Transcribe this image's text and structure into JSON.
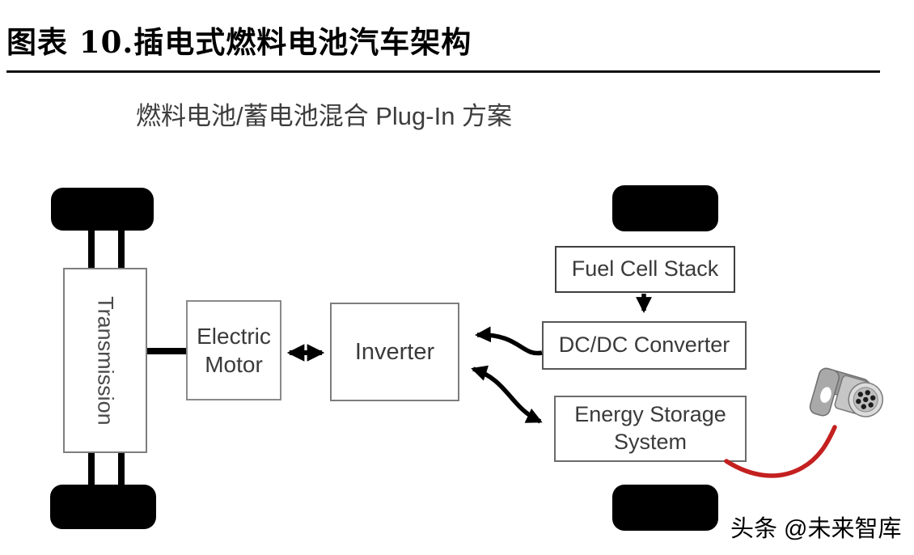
{
  "page": {
    "title": "图表 10.插电式燃料电池汽车架构",
    "subtitle": "燃料电池/蓄电池混合 Plug-In 方案"
  },
  "diagram": {
    "nodes": {
      "transmission": {
        "label": "Transmission"
      },
      "electric_motor": {
        "label": "Electric Motor"
      },
      "inverter": {
        "label": "Inverter"
      },
      "fuel_cell_stack": {
        "label": "Fuel Cell Stack"
      },
      "dcdc_converter": {
        "label": "DC/DC Converter"
      },
      "energy_storage": {
        "label": "Energy Storage System"
      }
    },
    "edges": [
      {
        "from": "transmission",
        "to": "electric_motor",
        "type": "shaft-line"
      },
      {
        "from": "electric_motor",
        "to": "inverter",
        "type": "bidirectional-arrow"
      },
      {
        "from": "fuel_cell_stack",
        "to": "dcdc_converter",
        "type": "arrow-down"
      },
      {
        "from": "dcdc_converter",
        "to": "inverter",
        "type": "curved-arrow"
      },
      {
        "from": "inverter",
        "to": "energy_storage",
        "type": "curved-bidirectional-arrow"
      },
      {
        "from": "energy_storage",
        "to": "charging_plug",
        "type": "red-cable"
      }
    ],
    "icons": {
      "charging_plug": "ev-charging-plug-icon",
      "wheels": [
        "front-left",
        "rear-left",
        "front-right",
        "rear-right"
      ]
    }
  },
  "watermark": {
    "text": "头条 @未来智库"
  },
  "colors": {
    "wheel": "#000000",
    "cable_red": "#c42020",
    "box_border": "#616161",
    "box_text": "#3a3a3a",
    "title": "#000000",
    "subtitle": "#3d3d3d",
    "background": "#ffffff"
  }
}
